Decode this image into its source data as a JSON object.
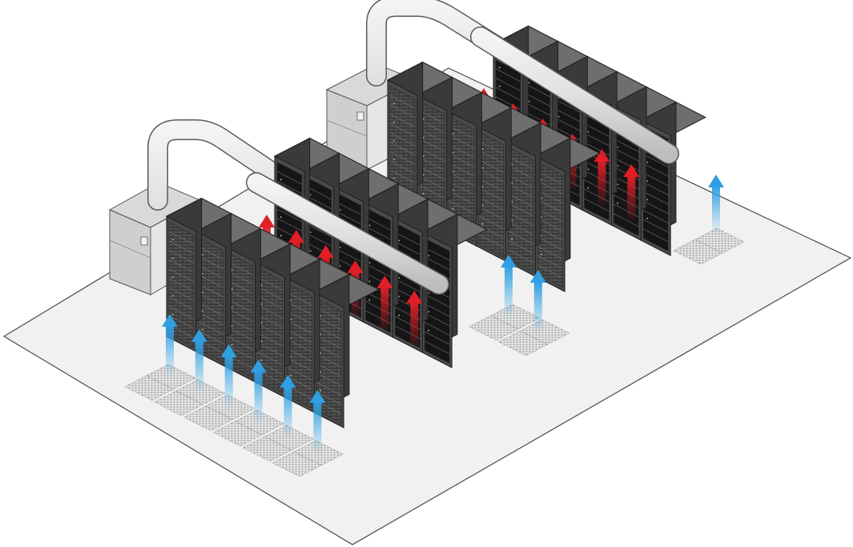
{
  "diagram": {
    "type": "isometric-illustration",
    "labels": [],
    "colors": {
      "floor": "#f1f1f1",
      "floor_edge": "#4a4a4a",
      "rack_front": "#4a4a4a",
      "rack_side": "#3a3a3a",
      "rack_top": "#6e6e6e",
      "rack_outline": "#1f1f1f",
      "unit_panel": "#cfcfcf",
      "duct": "#e2e2e2",
      "duct_outline": "#5a5a5a",
      "cold_air": "#3aa8e6",
      "hot_air": "#e21e26",
      "perforated_tile": "#bdbdbd"
    },
    "rows": [
      {
        "id": "row-1",
        "role": "cold-aisle-intake",
        "rack_count": 6
      },
      {
        "id": "row-2",
        "role": "hot-aisle-exhaust",
        "rack_count": 6
      },
      {
        "id": "row-3",
        "role": "cold-aisle-intake",
        "rack_count": 6
      },
      {
        "id": "row-4",
        "role": "hot-aisle-exhaust",
        "rack_count": 6
      }
    ],
    "cooling_units": [
      {
        "id": "crac-left",
        "icon": "cooling-unit-icon"
      },
      {
        "id": "crac-right",
        "icon": "cooling-unit-icon"
      }
    ],
    "airflow": [
      {
        "type": "cold",
        "icon": "cold-air-arrow-icon",
        "count": 6
      },
      {
        "type": "hot",
        "icon": "hot-air-arrow-icon",
        "count": 6
      },
      {
        "type": "cold",
        "icon": "cold-air-arrow-icon",
        "count": 2
      },
      {
        "type": "hot",
        "icon": "hot-air-arrow-icon",
        "count": 6
      },
      {
        "type": "cold",
        "icon": "cold-air-arrow-icon",
        "count": 1
      }
    ]
  }
}
